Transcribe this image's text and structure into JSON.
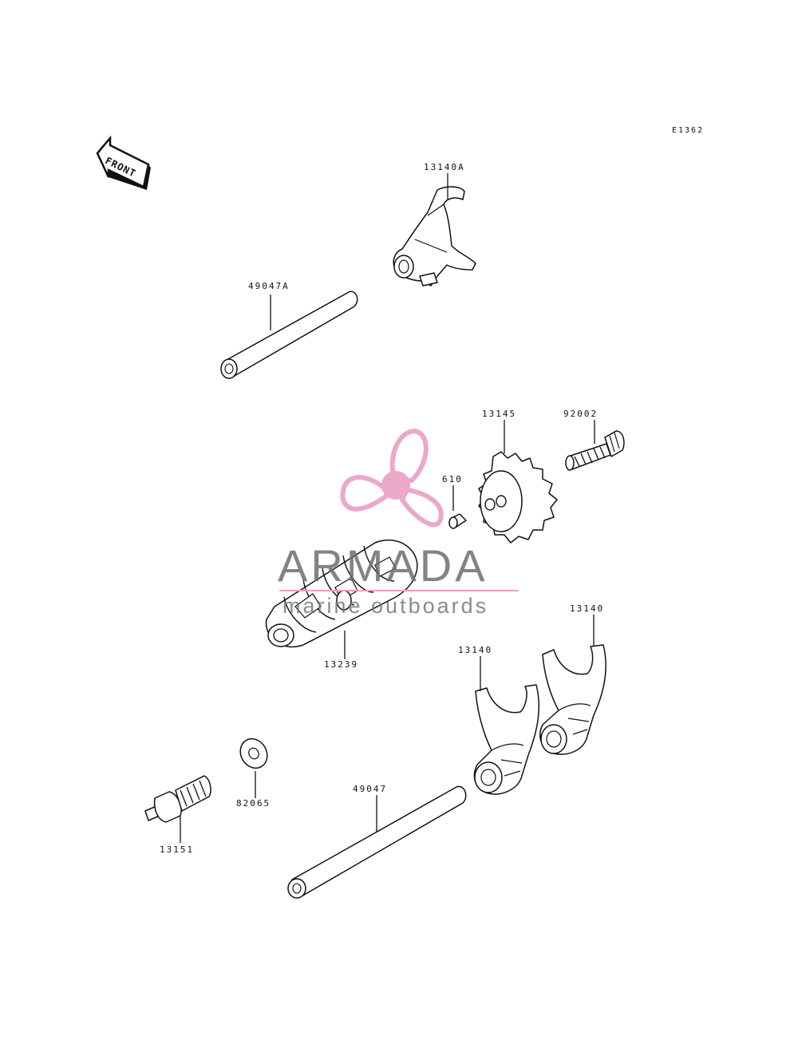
{
  "diagram": {
    "ref_code": "E1362",
    "front_label": "FRONT",
    "parts": {
      "p13140A": "13140A",
      "p49047A": "49047A",
      "p13145": "13145",
      "p92002": "92002",
      "p610": "610",
      "p13239": "13239",
      "p13140_upper": "13140",
      "p13140_lower": "13140",
      "p82065": "82065",
      "p49047": "49047",
      "p13151": "13151"
    }
  },
  "watermark": {
    "brand": "ARMADA",
    "tagline": "marine outboards",
    "accent_color": "#e8a0c4"
  }
}
